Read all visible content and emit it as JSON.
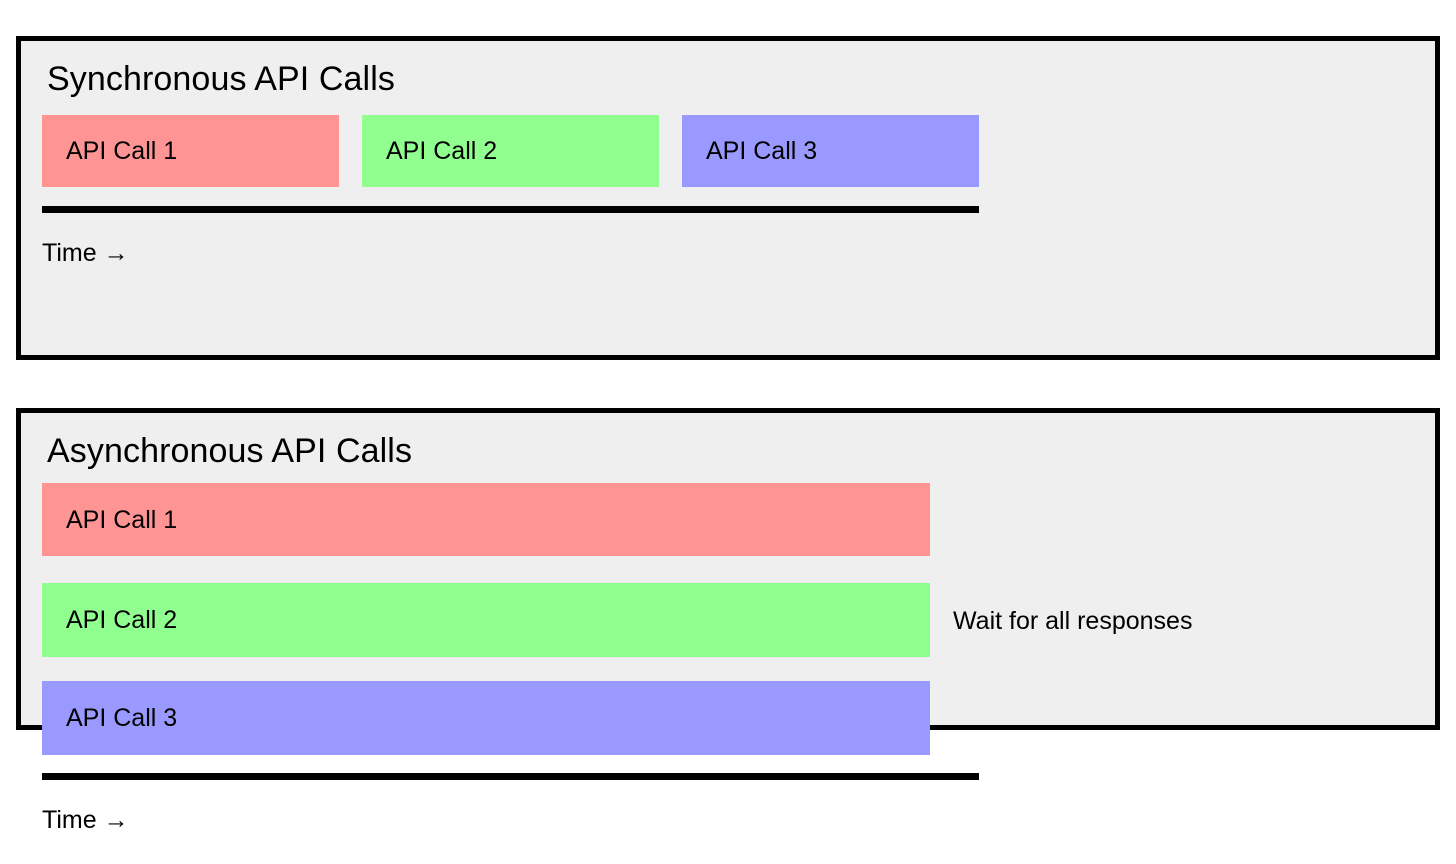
{
  "colors": {
    "background": "#ffffff",
    "panel_fill": "#efefef",
    "panel_border": "#000000",
    "text": "#000000",
    "call1": "#ff9494",
    "call2": "#90ff90",
    "call3": "#9999ff",
    "axis": "#000000"
  },
  "panels": [
    {
      "id": "synchronous",
      "title": "Synchronous API Calls",
      "bars": [
        {
          "label": "API Call 1",
          "color": "#ff9494"
        },
        {
          "label": "API Call 2",
          "color": "#90ff90"
        },
        {
          "label": "API Call 3",
          "color": "#9999ff"
        }
      ],
      "axis_label": "Time →"
    },
    {
      "id": "asynchronous",
      "title": "Asynchronous API Calls",
      "bars": [
        {
          "label": "API Call 1",
          "color": "#ff9494"
        },
        {
          "label": "API Call 2",
          "color": "#90ff90"
        },
        {
          "label": "API Call 3",
          "color": "#9999ff"
        }
      ],
      "axis_label": "Time →",
      "annotation": "Wait for all responses"
    }
  ]
}
